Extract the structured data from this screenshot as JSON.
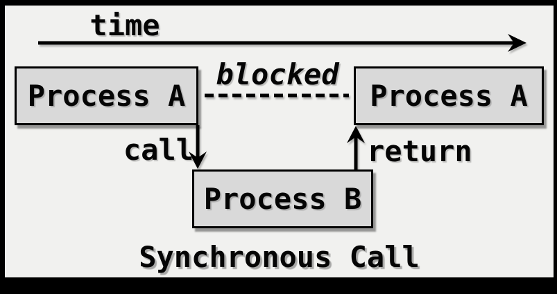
{
  "diagram": {
    "type": "sequence-diagram",
    "title": "Synchronous Call",
    "time_axis_label": "time",
    "blocked_label": "blocked",
    "call_label": "call",
    "return_label": "return",
    "boxes": {
      "process_a_left": "Process A",
      "process_a_right": "Process A",
      "process_b": "Process B"
    },
    "relations": [
      {
        "from": "process_a_left",
        "to": "process_b",
        "label": "call",
        "style": "solid-arrow-down"
      },
      {
        "from": "process_b",
        "to": "process_a_right",
        "label": "return",
        "style": "solid-arrow-up"
      },
      {
        "from": "process_a_left",
        "to": "process_a_right",
        "label": "blocked",
        "style": "dashed"
      }
    ],
    "colors": {
      "frame_background": "#000000",
      "canvas_background": "#f1f1ef",
      "box_fill": "#d9d9d9",
      "stroke": "#000000",
      "text": "#050505"
    }
  }
}
